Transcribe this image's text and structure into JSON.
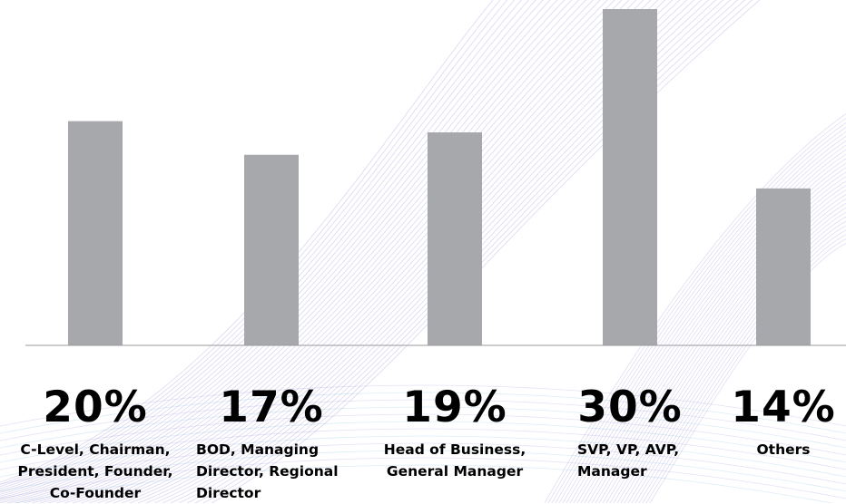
{
  "chart_data": {
    "type": "bar",
    "categories": [
      "C-Level, Chairman, President, Founder, Co-Founder",
      "BOD, Managing Director, Regional Director",
      "Head of Business, General Manager",
      "SVP, VP, AVP, Manager",
      "Others"
    ],
    "values": [
      20,
      17,
      19,
      30,
      14
    ],
    "value_labels": [
      "20%",
      "17%",
      "19%",
      "30%",
      "14%"
    ],
    "ylim": [
      0,
      30
    ],
    "bar_color": "#a7a8ab",
    "axis_color": "#9a9a9a",
    "grid": false,
    "title": "",
    "xlabel": "",
    "ylabel": ""
  },
  "background": {
    "pattern": "purple-mesh-wave",
    "line_color": "#9b8cd6",
    "accent_color": "#6fb7d9"
  }
}
